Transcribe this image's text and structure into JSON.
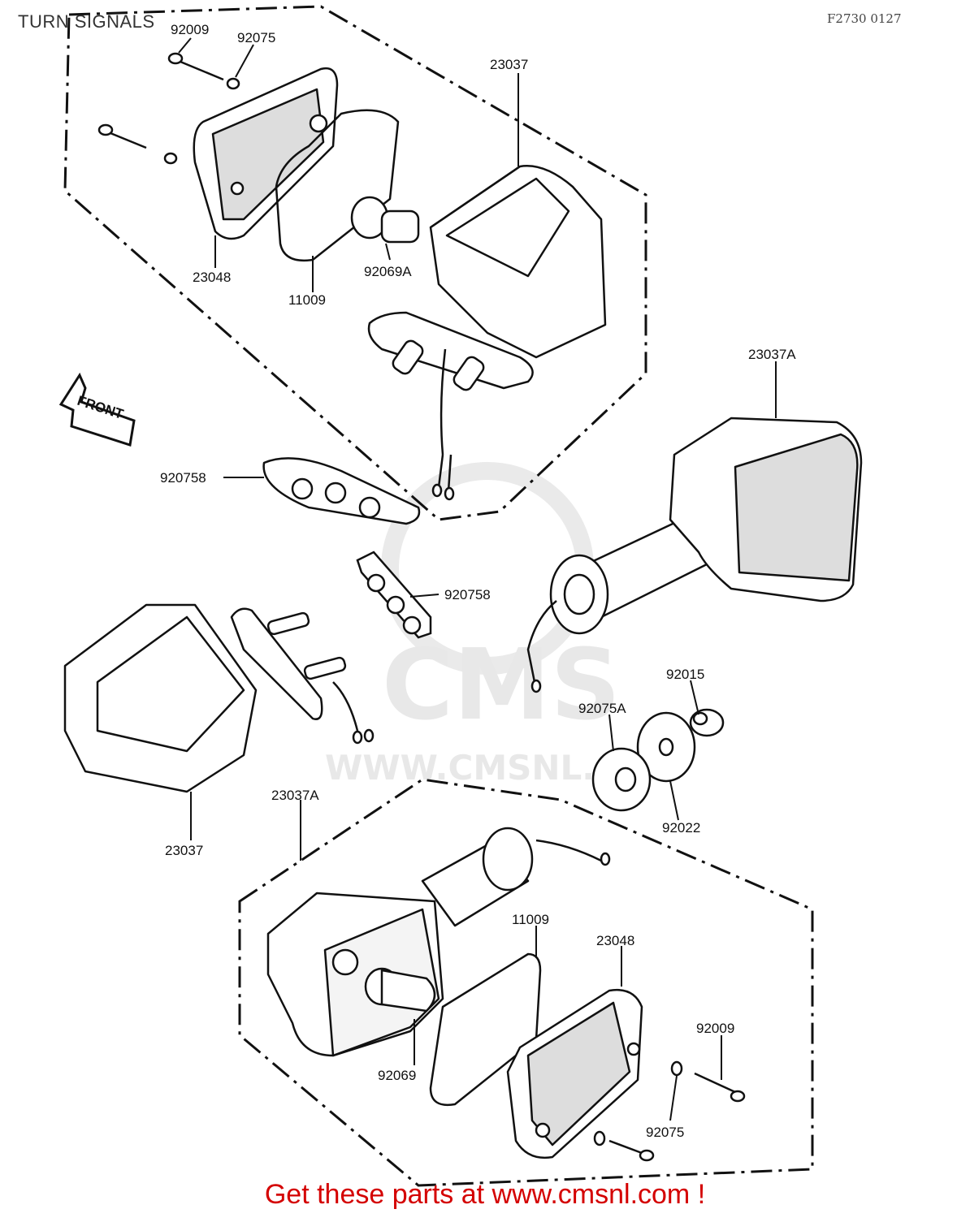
{
  "title": "TURN SIGNALS",
  "diagram_code": "F2730 0127",
  "front_arrow_label": "FRONT",
  "watermark": {
    "brand": "CMS",
    "url": "WWW.CMSNL.COM"
  },
  "footer_promo": "Get these parts at www.cmsnl.com !",
  "part_labels": {
    "p92009_top": "92009",
    "p92075_top": "92075",
    "p23037_top": "23037",
    "p23048_top": "23048",
    "p11009_top": "11009",
    "p92069A": "92069A",
    "p23037A_right": "23037A",
    "p92075B_upper": "920758",
    "p92075B_lower": "920758",
    "p92015": "92015",
    "p92075A": "92075A",
    "p92022": "92022",
    "p23037_left": "23037",
    "p23037A_bottom": "23037A",
    "p11009_bottom": "11009",
    "p23048_bottom": "23048",
    "p92009_bottom": "92009",
    "p92069": "92069",
    "p92075_bottom": "92075"
  }
}
